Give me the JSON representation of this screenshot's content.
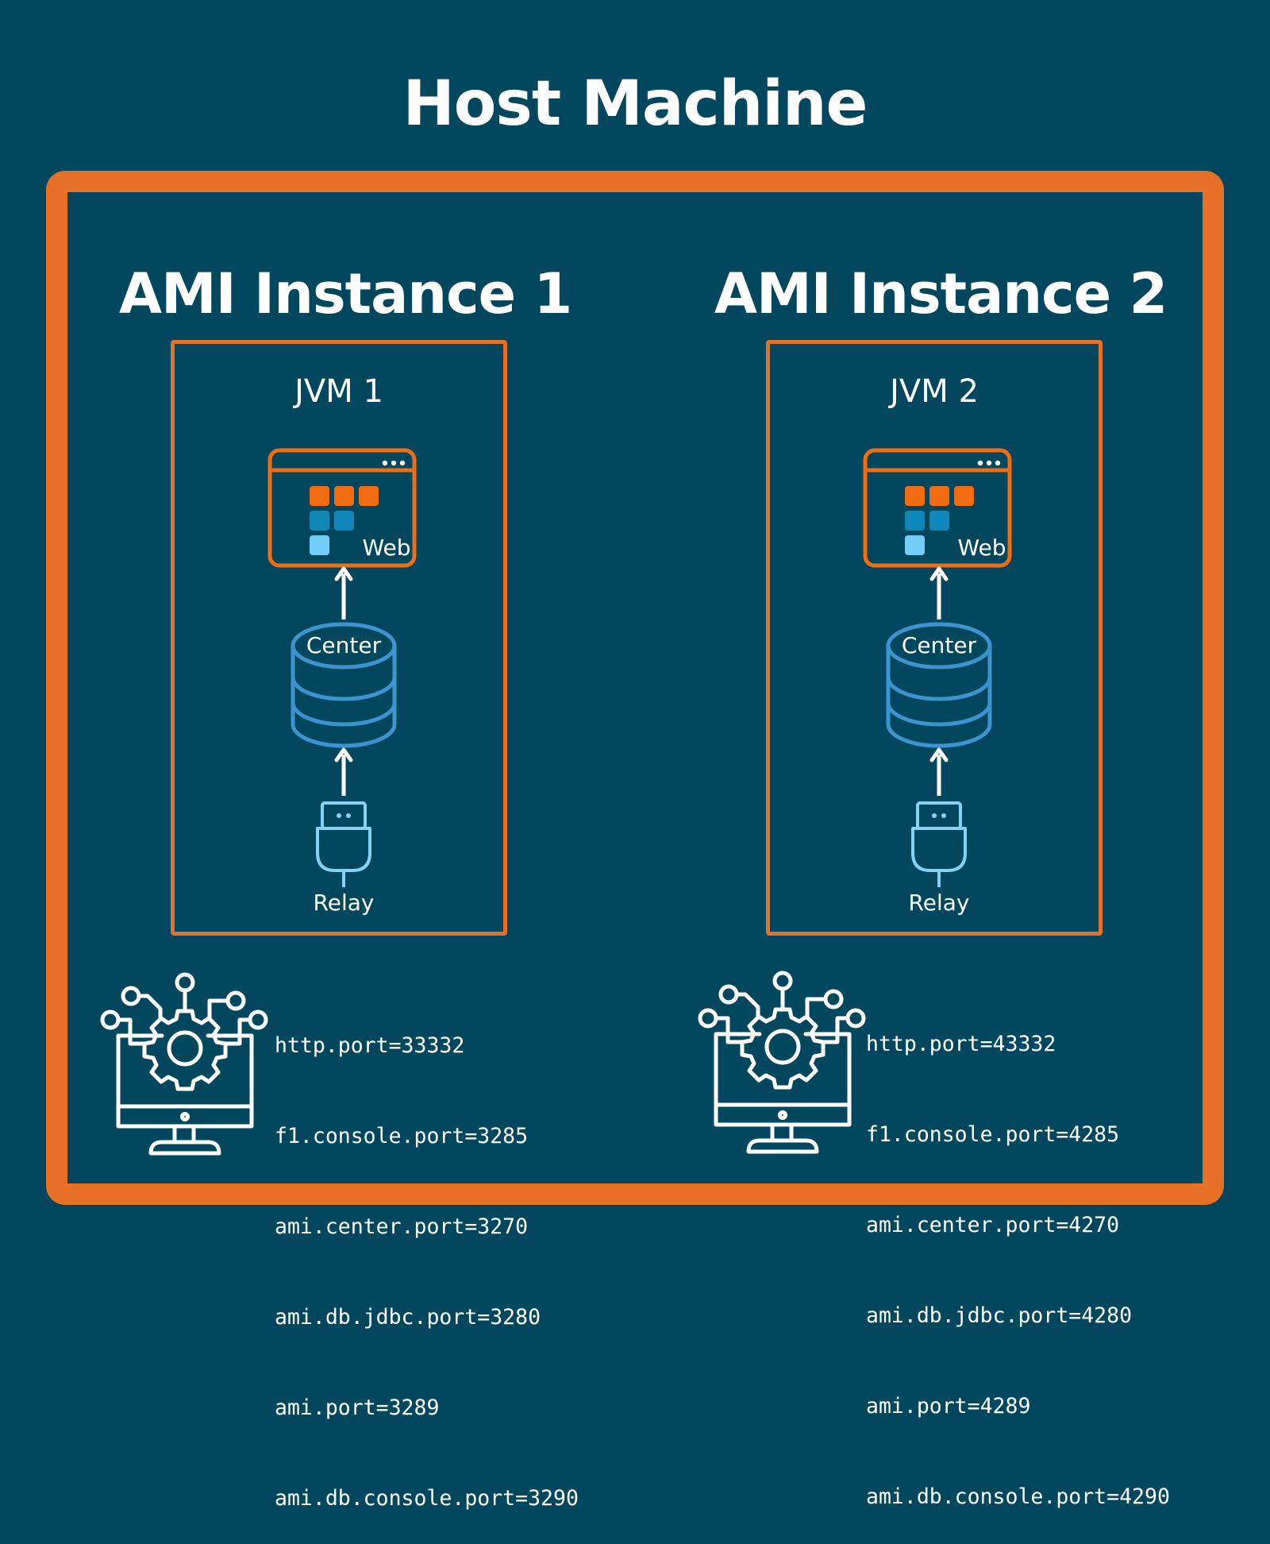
{
  "title": "Host Machine",
  "colors": {
    "background": "#03475e",
    "frame": "#e57026",
    "tile_orange": "#f26d11",
    "tile_blue": "#0f87b8",
    "tile_light": "#74cdf8",
    "database": "#3b93cf",
    "relay": "#86d2f4"
  },
  "instances": [
    {
      "title": "AMI Instance 1",
      "jvm": "JVM 1",
      "web": "Web",
      "center": "Center",
      "relay": "Relay",
      "icons": [
        "web-window-icon",
        "database-icon",
        "usb-plug-icon",
        "settings-monitor-icon"
      ],
      "ports": [
        "http.port=33332",
        "f1.console.port=3285",
        "ami.center.port=3270",
        "ami.db.jdbc.port=3280",
        "ami.port=3289",
        "ami.db.console.port=3290"
      ]
    },
    {
      "title": "AMI Instance 2",
      "jvm": "JVM 2",
      "web": "Web",
      "center": "Center",
      "relay": "Relay",
      "icons": [
        "web-window-icon",
        "database-icon",
        "usb-plug-icon",
        "settings-monitor-icon"
      ],
      "ports": [
        "http.port=43332",
        "f1.console.port=4285",
        "ami.center.port=4270",
        "ami.db.jdbc.port=4280",
        "ami.port=4289",
        "ami.db.console.port=4290"
      ]
    }
  ]
}
